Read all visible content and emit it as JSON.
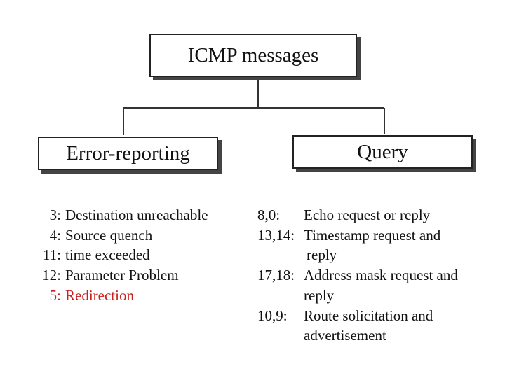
{
  "diagram": {
    "root": {
      "label": "ICMP messages"
    },
    "branches": [
      {
        "label": "Error-reporting"
      },
      {
        "label": "Query"
      }
    ],
    "error_items": [
      {
        "code": "3:",
        "text": "Destination unreachable",
        "highlight": false
      },
      {
        "code": "4:",
        "text": "Source quench",
        "highlight": false
      },
      {
        "code": "11:",
        "text": "time exceeded",
        "highlight": false
      },
      {
        "code": "12:",
        "text": "Parameter Problem",
        "highlight": false
      },
      {
        "code": "5:",
        "text": "Redirection",
        "highlight": true
      }
    ],
    "query_items": [
      {
        "code": "8,0:",
        "line1": "Echo request or reply",
        "line2": ""
      },
      {
        "code": "13,14:",
        "line1": "Timestamp request and",
        "line2": "reply"
      },
      {
        "code": "17,18:",
        "line1": "Address mask request and",
        "line2": "reply"
      },
      {
        "code": "10,9:",
        "line1": "Route solicitation and",
        "line2": "advertisement"
      }
    ],
    "colors": {
      "highlight": "#c8201f",
      "box_border": "#222222",
      "shadow": "#444444"
    }
  }
}
